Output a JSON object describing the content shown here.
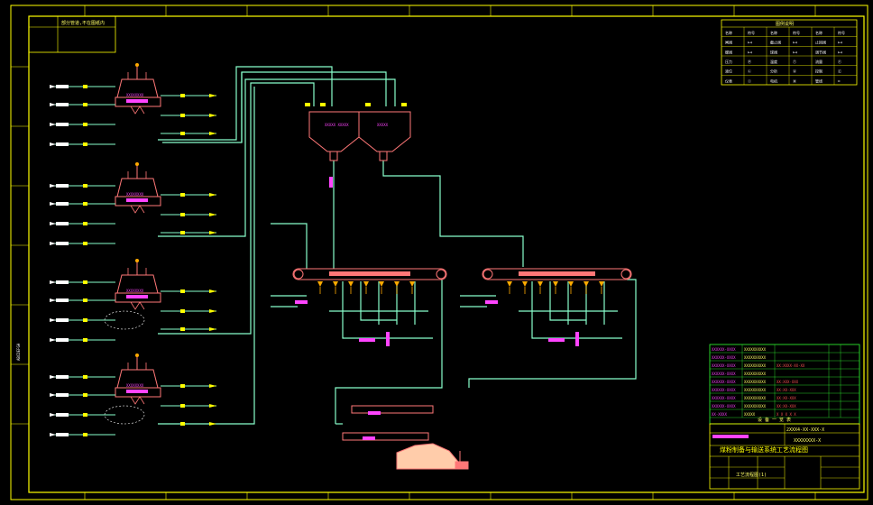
{
  "drawing": {
    "note_box": "部分管道,不在图纸内",
    "left_margin_text": "ABCDEFGH",
    "title_main": "2XXX4-XX-XXX-X",
    "title_sub": "XXXXXXXX-X",
    "title_name": "煤粉制备与输送系统工艺流程图",
    "sheet_name": "工艺流程图(1)"
  },
  "colors": {
    "frame": "#ffff00",
    "pipe": "#88ffcc",
    "equipment": "#ff7777",
    "valve": "#ffff00",
    "tag": "#ff44ff",
    "table_green": "#33ff33",
    "white": "#ffffff"
  },
  "legend": {
    "header": "图例说明",
    "rows": [
      [
        "名称",
        "符号",
        "名称",
        "符号",
        "名称",
        "符号"
      ],
      [
        "闸阀",
        "⊳⊲",
        "截止阀",
        "⊳⊲",
        "止回阀",
        "⊳⊲"
      ],
      [
        "蝶阀",
        "⊳⊲",
        "球阀",
        "⊳⊲",
        "调节阀",
        "⊳⊲"
      ],
      [
        "压力",
        "Ⓟ",
        "温度",
        "Ⓣ",
        "流量",
        "Ⓕ"
      ],
      [
        "液位",
        "Ⓛ",
        "分析",
        "Ⓐ",
        "控制",
        "Ⓒ"
      ],
      [
        "仪表",
        "Ⓘ",
        "电机",
        "Ⓜ",
        "管线",
        "═"
      ]
    ]
  },
  "equipment_tags": {
    "bin_left": "XXXXX XXXXX",
    "bin_right": "XXXXX",
    "mill": "XXXXXXXX"
  },
  "parts_list": {
    "rows": [
      [
        "XXXXXX-XXXX",
        "XXXXXXXXXX",
        "",
        "",
        ""
      ],
      [
        "XXXXXX-XXXX",
        "XXXXXXXXXX",
        "",
        "",
        ""
      ],
      [
        "XXXXXX-XXXX",
        "XXXXXXXXXX",
        "XX:XXXX-XX-XX",
        "",
        ""
      ],
      [
        "XXXXXX-XXXX",
        "XXXXXXXXXX",
        "",
        "",
        ""
      ],
      [
        "XXXXXX-XXXX",
        "XXXXXXXXXX",
        "XX:XXX-XXX",
        "",
        ""
      ],
      [
        "XXXXXX-XXXX",
        "XXXXXXXXXX",
        "XX:XX-XXX",
        "",
        ""
      ],
      [
        "XXXXXX-XXXX",
        "XXXXXXXXXX",
        "XX:XX-XXX",
        "",
        ""
      ],
      [
        "XXXXXX-XXXX",
        "XXXXXXXXXX",
        "XX:XX-XXX",
        "",
        ""
      ],
      [
        "XX-XXXX",
        "XXXXX",
        "X X X X X",
        "",
        ""
      ]
    ],
    "footer": "设 备 一 览 表"
  }
}
